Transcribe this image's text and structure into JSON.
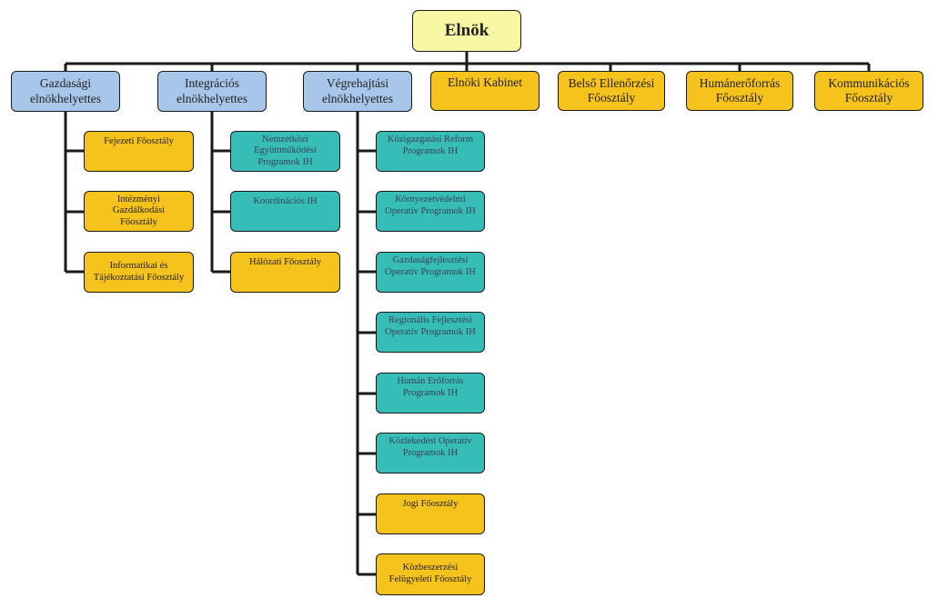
{
  "colors": {
    "root": "#f7f7a4",
    "deputy": "#a7c6ea",
    "department": "#f6c21c",
    "program_office": "#36bdb8",
    "line": "#1a1a1a"
  },
  "root": {
    "label": "Elnök"
  },
  "deputies": [
    {
      "label": "Gazdasági\nelnökhelyettes"
    },
    {
      "label": "Integrációs\nelnökhelyettes"
    },
    {
      "label": "Végrehajtási\nelnökhelyettes"
    }
  ],
  "top_departments": [
    {
      "label": "Elnöki Kabinet"
    },
    {
      "label": "Belső Ellenőrzési\nFőosztály"
    },
    {
      "label": "Humánerőforrás\nFőosztály"
    },
    {
      "label": "Kommunikációs\nFőosztály"
    }
  ],
  "economic_units": [
    {
      "label": "Fejezeti Főosztály"
    },
    {
      "label": "Intézményi\nGazdálkodási\nFőosztály"
    },
    {
      "label": "Informatikai és\nTájékoztatási Főosztály"
    }
  ],
  "integration_units": [
    {
      "label": "Nemzetközi\nEgyüttműködési\nProgramok IH"
    },
    {
      "label": "Koordinációs IH"
    },
    {
      "label": "Hálózati Főosztály"
    }
  ],
  "execution_units": [
    {
      "label": "Közigazgatási Reform\nProgramok IH"
    },
    {
      "label": "Környezetvédelmi\nOperatív Programok IH"
    },
    {
      "label": "Gazdaságfejlesztési\nOperatív Programok IH"
    },
    {
      "label": "Regionális Fejlesztési\nOperatív Programok IH"
    },
    {
      "label": "Humán Erőforrás\nProgramok IH"
    },
    {
      "label": "Közlekedési Operatív\nProgramok IH"
    },
    {
      "label": "Jogi Főosztály"
    },
    {
      "label": "Közbeszerzési\nFelügyeleti Főosztály"
    }
  ]
}
